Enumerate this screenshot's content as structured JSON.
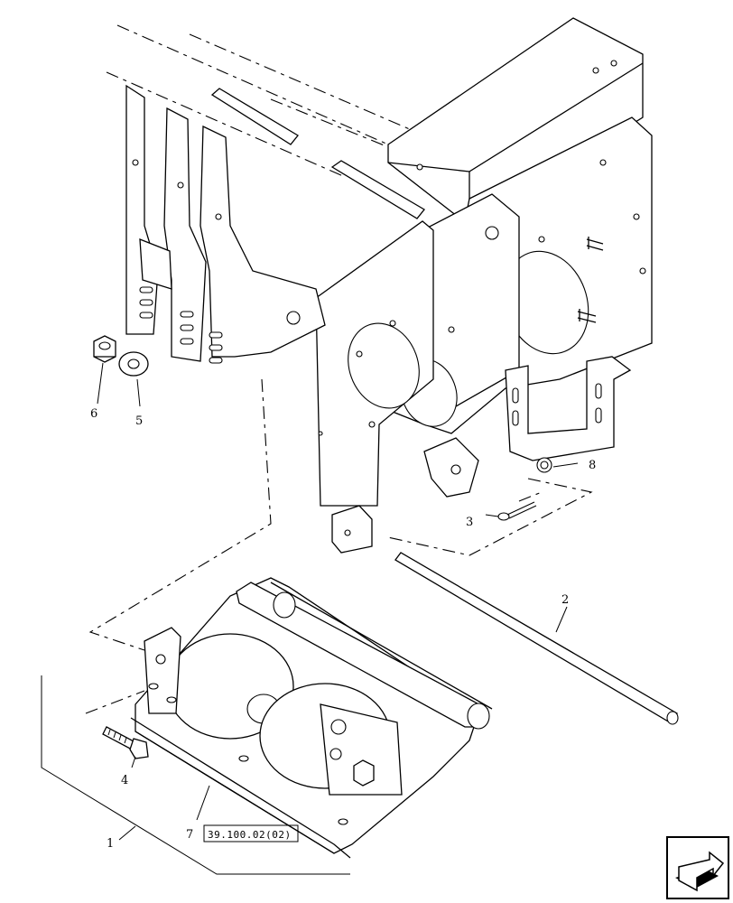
{
  "labels": {
    "p1": "1",
    "p2": "2",
    "p3": "3",
    "p4": "4",
    "p5": "5",
    "p6": "6",
    "p7": "7",
    "p8": "8"
  },
  "reference": "39.100.02(02)",
  "nav_icon": "next-page-arrow-icon"
}
